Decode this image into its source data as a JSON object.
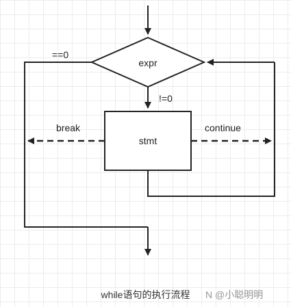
{
  "nodes": {
    "condition": "expr",
    "body": "stmt"
  },
  "edges": {
    "false_branch": "==0",
    "true_branch": "!=0",
    "break": "break",
    "continue": "continue"
  },
  "caption": "while语句的执行流程",
  "watermark": "N @小聪明明"
}
